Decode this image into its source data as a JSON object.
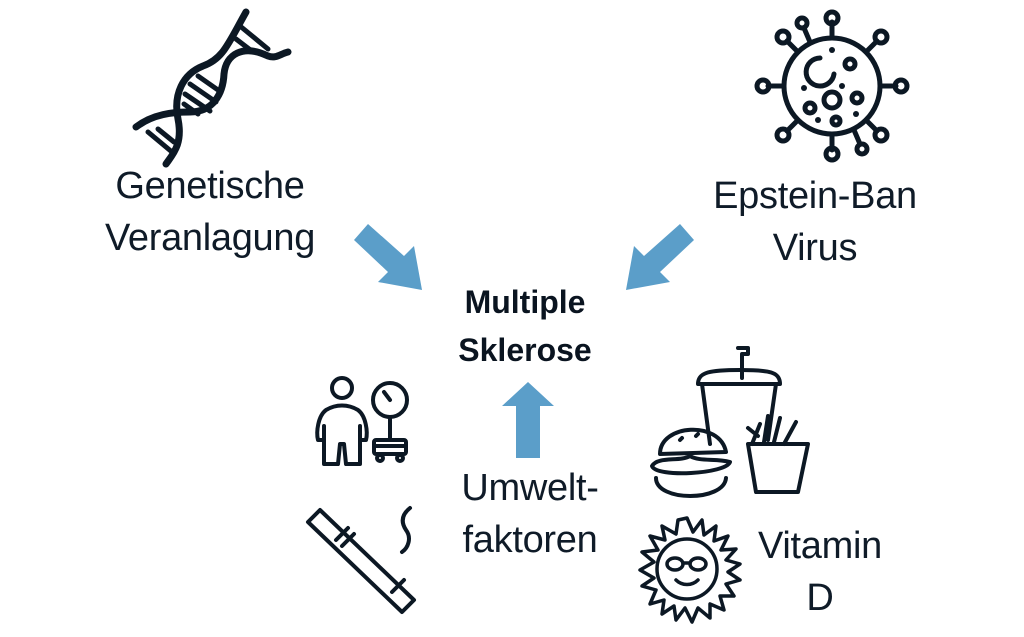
{
  "diagram": {
    "center": {
      "line1": "Multiple",
      "line2": "Sklerose"
    },
    "factors": [
      {
        "id": "genetics",
        "line1": "Genetische",
        "line2": "Veranlagung",
        "icon": "dna-icon"
      },
      {
        "id": "virus",
        "line1": "Epstein-Ban",
        "line2": "Virus",
        "icon": "virus-icon"
      },
      {
        "id": "environment",
        "line1": "Umwelt-",
        "line2": "faktoren",
        "icon": "up-arrow-icon"
      },
      {
        "id": "vitamin",
        "line1": "Vitamin",
        "line2": "D",
        "icon": "sun-icon"
      }
    ],
    "environment_icons": [
      "overweight-person-scale-icon",
      "cigarette-icon",
      "fast-food-icon",
      "sun-with-sunglasses-icon"
    ],
    "colors": {
      "arrow": "#5b9ec9",
      "text": "#0f1b28",
      "background": "#ffffff"
    }
  }
}
